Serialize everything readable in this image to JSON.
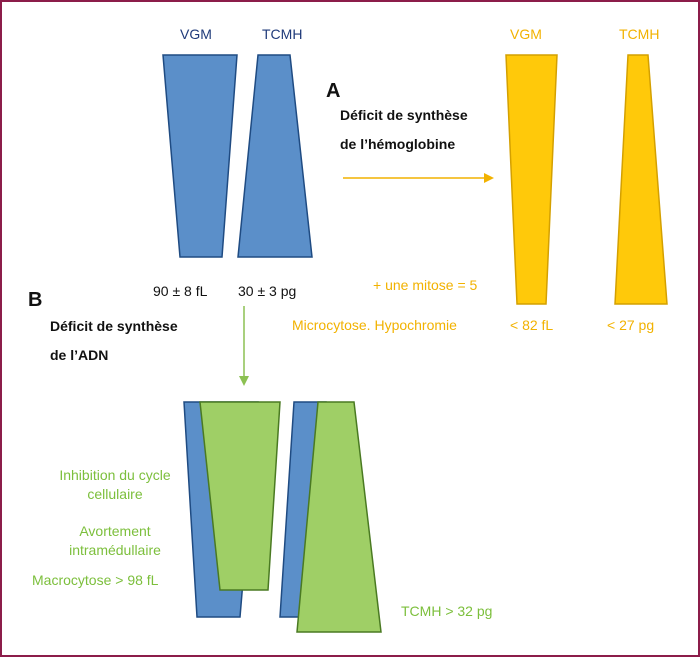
{
  "colors": {
    "frame": "#8c1d4a",
    "normal": "#5b8fc9",
    "A": "#ffc90a",
    "B": "#9fcf66",
    "arrowA": "#f2b200",
    "arrowB": "#8cc152"
  },
  "normal": {
    "vgm_label": "VGM",
    "tcmh_label": "TCMH",
    "vgm_value": "90 ± 8 fL",
    "tcmh_value": "30 ± 3 pg"
  },
  "A": {
    "letter": "A",
    "title_line1": "Déficit de synthèse",
    "title_line2": "de l’hémoglobine",
    "vgm_label": "VGM",
    "tcmh_label": "TCMH",
    "mitose": "+ une mitose = 5",
    "result": "Microcytose. Hypochromie",
    "vgm_value": "< 82 fL",
    "tcmh_value": "<  27 pg"
  },
  "B": {
    "letter": "B",
    "title_line1": "Déficit de synthèse",
    "title_line2": "de l’ADN",
    "note1_line1": "Inhibition du cycle",
    "note1_line2": "cellulaire",
    "note2_line1": "Avortement",
    "note2_line2": "intramédullaire",
    "macro": "Macrocytose > 98 fL",
    "tcmh": "TCMH > 32 pg"
  }
}
